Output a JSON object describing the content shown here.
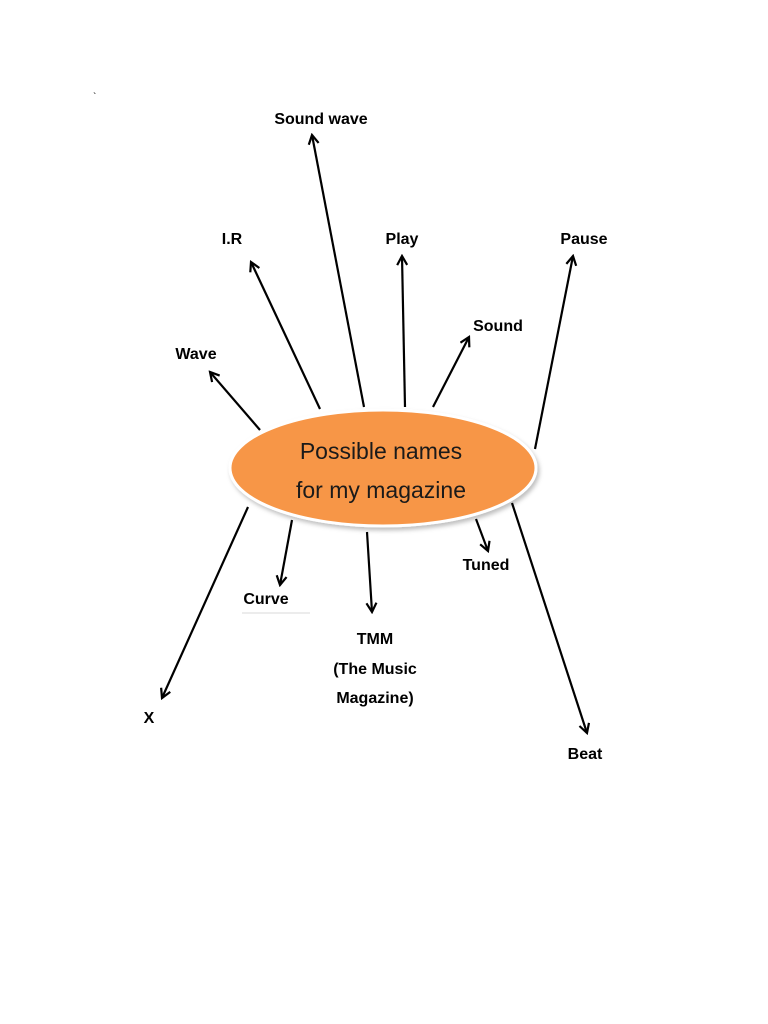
{
  "center": {
    "line1": "Possible names",
    "line2": "for my magazine",
    "fill_color": "#F79646",
    "stroke_color": "#FFFFFF"
  },
  "stray_mark": "`",
  "branches": {
    "sound_wave": "Sound wave",
    "ir": "I.R",
    "play": "Play",
    "pause": "Pause",
    "sound": "Sound",
    "wave": "Wave",
    "curve": "Curve",
    "tmm_line1": "TMM",
    "tmm_line2": "(The Music",
    "tmm_line3": "Magazine)",
    "tuned": "Tuned",
    "x": "X",
    "beat": "Beat"
  }
}
